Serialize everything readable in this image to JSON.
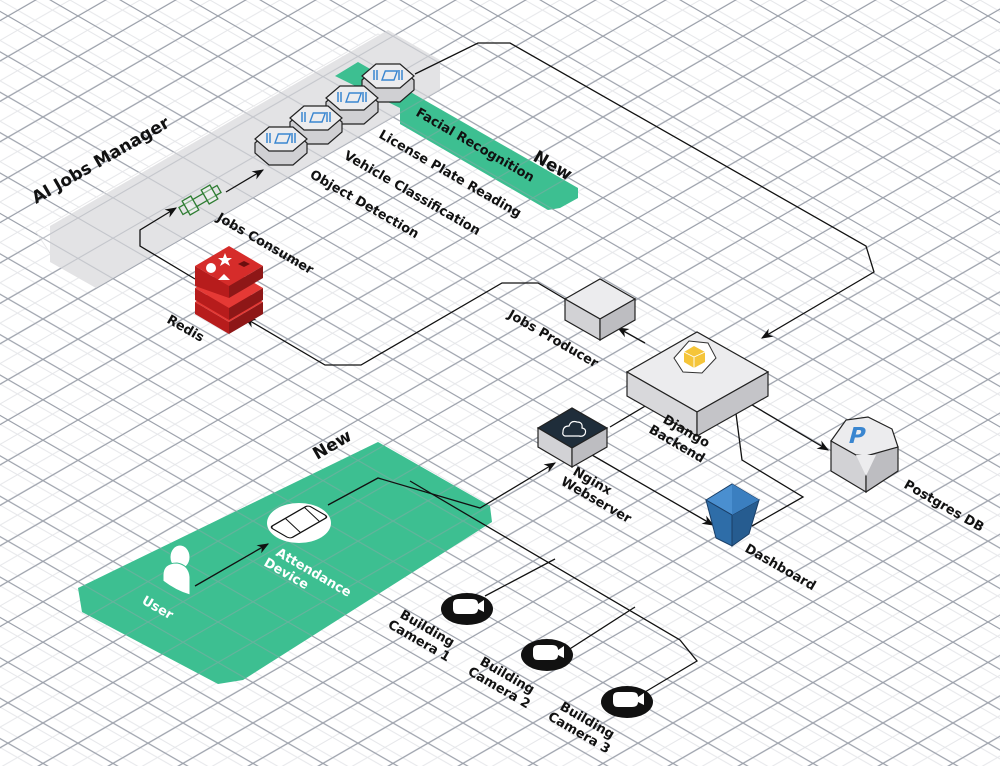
{
  "diagram": {
    "title": "AI Jobs Manager",
    "colors": {
      "new_zone": "#3dbf91",
      "ai_zone": "#e4e4e6",
      "redis": "#d62c2a",
      "dashboard": "#2e6da8",
      "server_top": "#ececee",
      "nginx_top": "#1f2d3a",
      "django_icon": "#f5c53a",
      "chip_icon": "#3a86d0",
      "consumer_icon": "#2e7d32",
      "postgres_icon": "#3a86d0"
    },
    "badges": {
      "new_top": "New",
      "new_bottom": "New"
    },
    "nodes": {
      "facial_recognition": "Facial Recognition",
      "license_plate": "License Plate Reading",
      "vehicle_classification": "Vehicle Classification",
      "object_detection": "Object Detection",
      "jobs_consumer": "Jobs Consumer",
      "redis": "Redis",
      "jobs_producer": "Jobs Producer",
      "django_line1": "Django",
      "django_line2": "Backend",
      "nginx_line1": "Nginx",
      "nginx_line2": "Webserver",
      "postgres": "Postgres DB",
      "postgres_glyph": "P",
      "dashboard": "Dashboard",
      "user": "User",
      "attendance_line1": "Attendance",
      "attendance_line2": "Device",
      "camera1_line1": "Building",
      "camera1_line2": "Camera 1",
      "camera2_line1": "Building",
      "camera2_line2": "Camera 2",
      "camera3_line1": "Building",
      "camera3_line2": "Camera 3"
    },
    "edges": [
      {
        "from": "Redis",
        "to": "Jobs Consumer"
      },
      {
        "from": "Jobs Consumer",
        "to": "Object Detection"
      },
      {
        "from": "Facial Recognition",
        "to": "Django Backend"
      },
      {
        "from": "Jobs Producer",
        "to": "Redis"
      },
      {
        "from": "Django Backend",
        "to": "Jobs Producer"
      },
      {
        "from": "Nginx Webserver",
        "to": "Django Backend"
      },
      {
        "from": "Django Backend",
        "to": "Postgres DB"
      },
      {
        "from": "Postgres DB",
        "to": "Django Backend"
      },
      {
        "from": "Dashboard",
        "to": "Django Backend"
      },
      {
        "from": "Nginx Webserver",
        "to": "Dashboard"
      },
      {
        "from": "User",
        "to": "Attendance Device"
      },
      {
        "from": "Attendance Device",
        "to": "Nginx Webserver"
      },
      {
        "from": "Building Camera 1",
        "to": "Nginx Webserver"
      },
      {
        "from": "Building Camera 2",
        "to": "Nginx Webserver"
      },
      {
        "from": "Building Camera 3",
        "to": "Nginx Webserver"
      }
    ]
  }
}
